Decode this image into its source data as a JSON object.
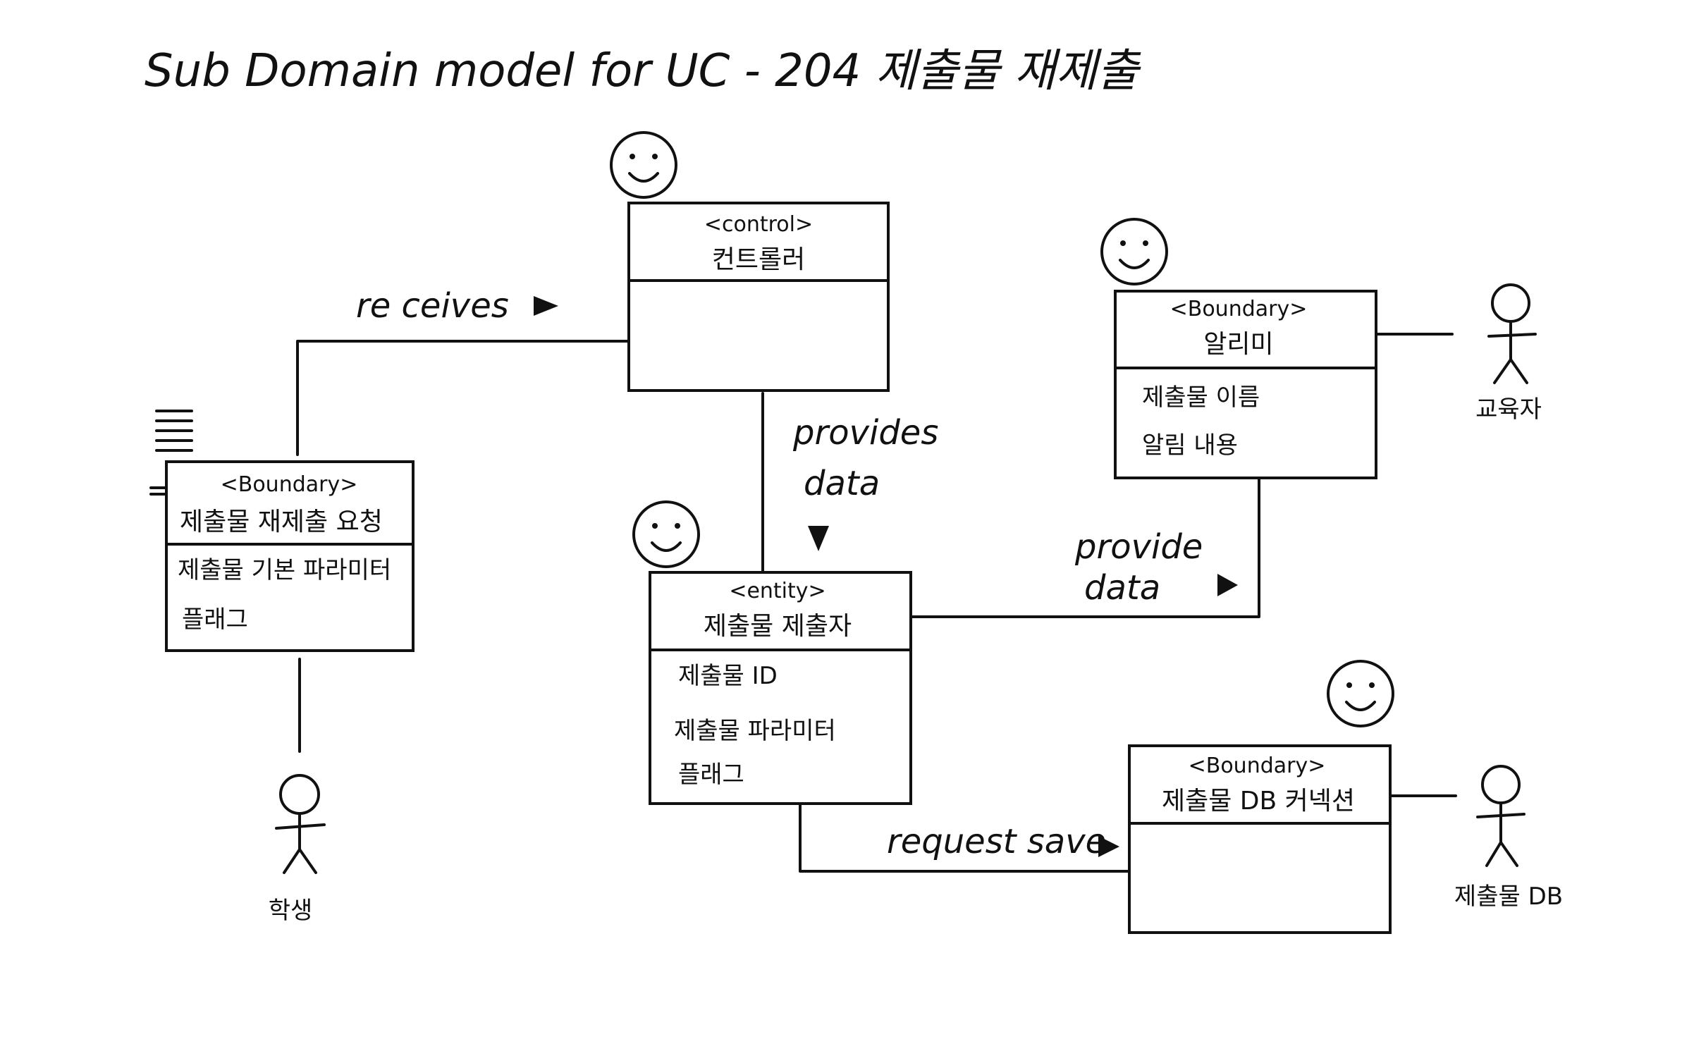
{
  "title": "Sub Domain model for UC - 204 제출물 재제출",
  "classes": {
    "control": {
      "stereotype": "<control>",
      "name": "컨트롤러",
      "attributes": []
    },
    "request_boundary": {
      "stereotype": "<Boundary>",
      "name": "제출물 재제출 요청",
      "attributes": [
        "제출물 기본 파라미터",
        "플래그"
      ]
    },
    "notifier_boundary": {
      "stereotype": "<Boundary>",
      "name": "알리미",
      "attributes": [
        "제출물 이름",
        "알림 내용"
      ]
    },
    "entity": {
      "stereotype": "<entity>",
      "name": "제출물 제출자",
      "attributes": [
        "제출물 ID",
        "제출물 파라미터",
        "플래그"
      ]
    },
    "db_boundary": {
      "stereotype": "<Boundary>",
      "name": "제출물 DB 커넥션",
      "attributes": []
    }
  },
  "associations": {
    "receives": "re ceives",
    "provides_data_1": "provides",
    "provides_data_2": "data",
    "provide_data_1": "provide",
    "provide_data_2": "data",
    "request_save": "request save"
  },
  "actors": {
    "student": "학생",
    "educator": "교육자",
    "db": "제출물 DB"
  },
  "icons": [
    "smiley-icon",
    "stick-figure-icon",
    "menu-lines-icon",
    "arrowhead-icon"
  ],
  "colors": {
    "ink": "#111111",
    "background": "#ffffff"
  }
}
